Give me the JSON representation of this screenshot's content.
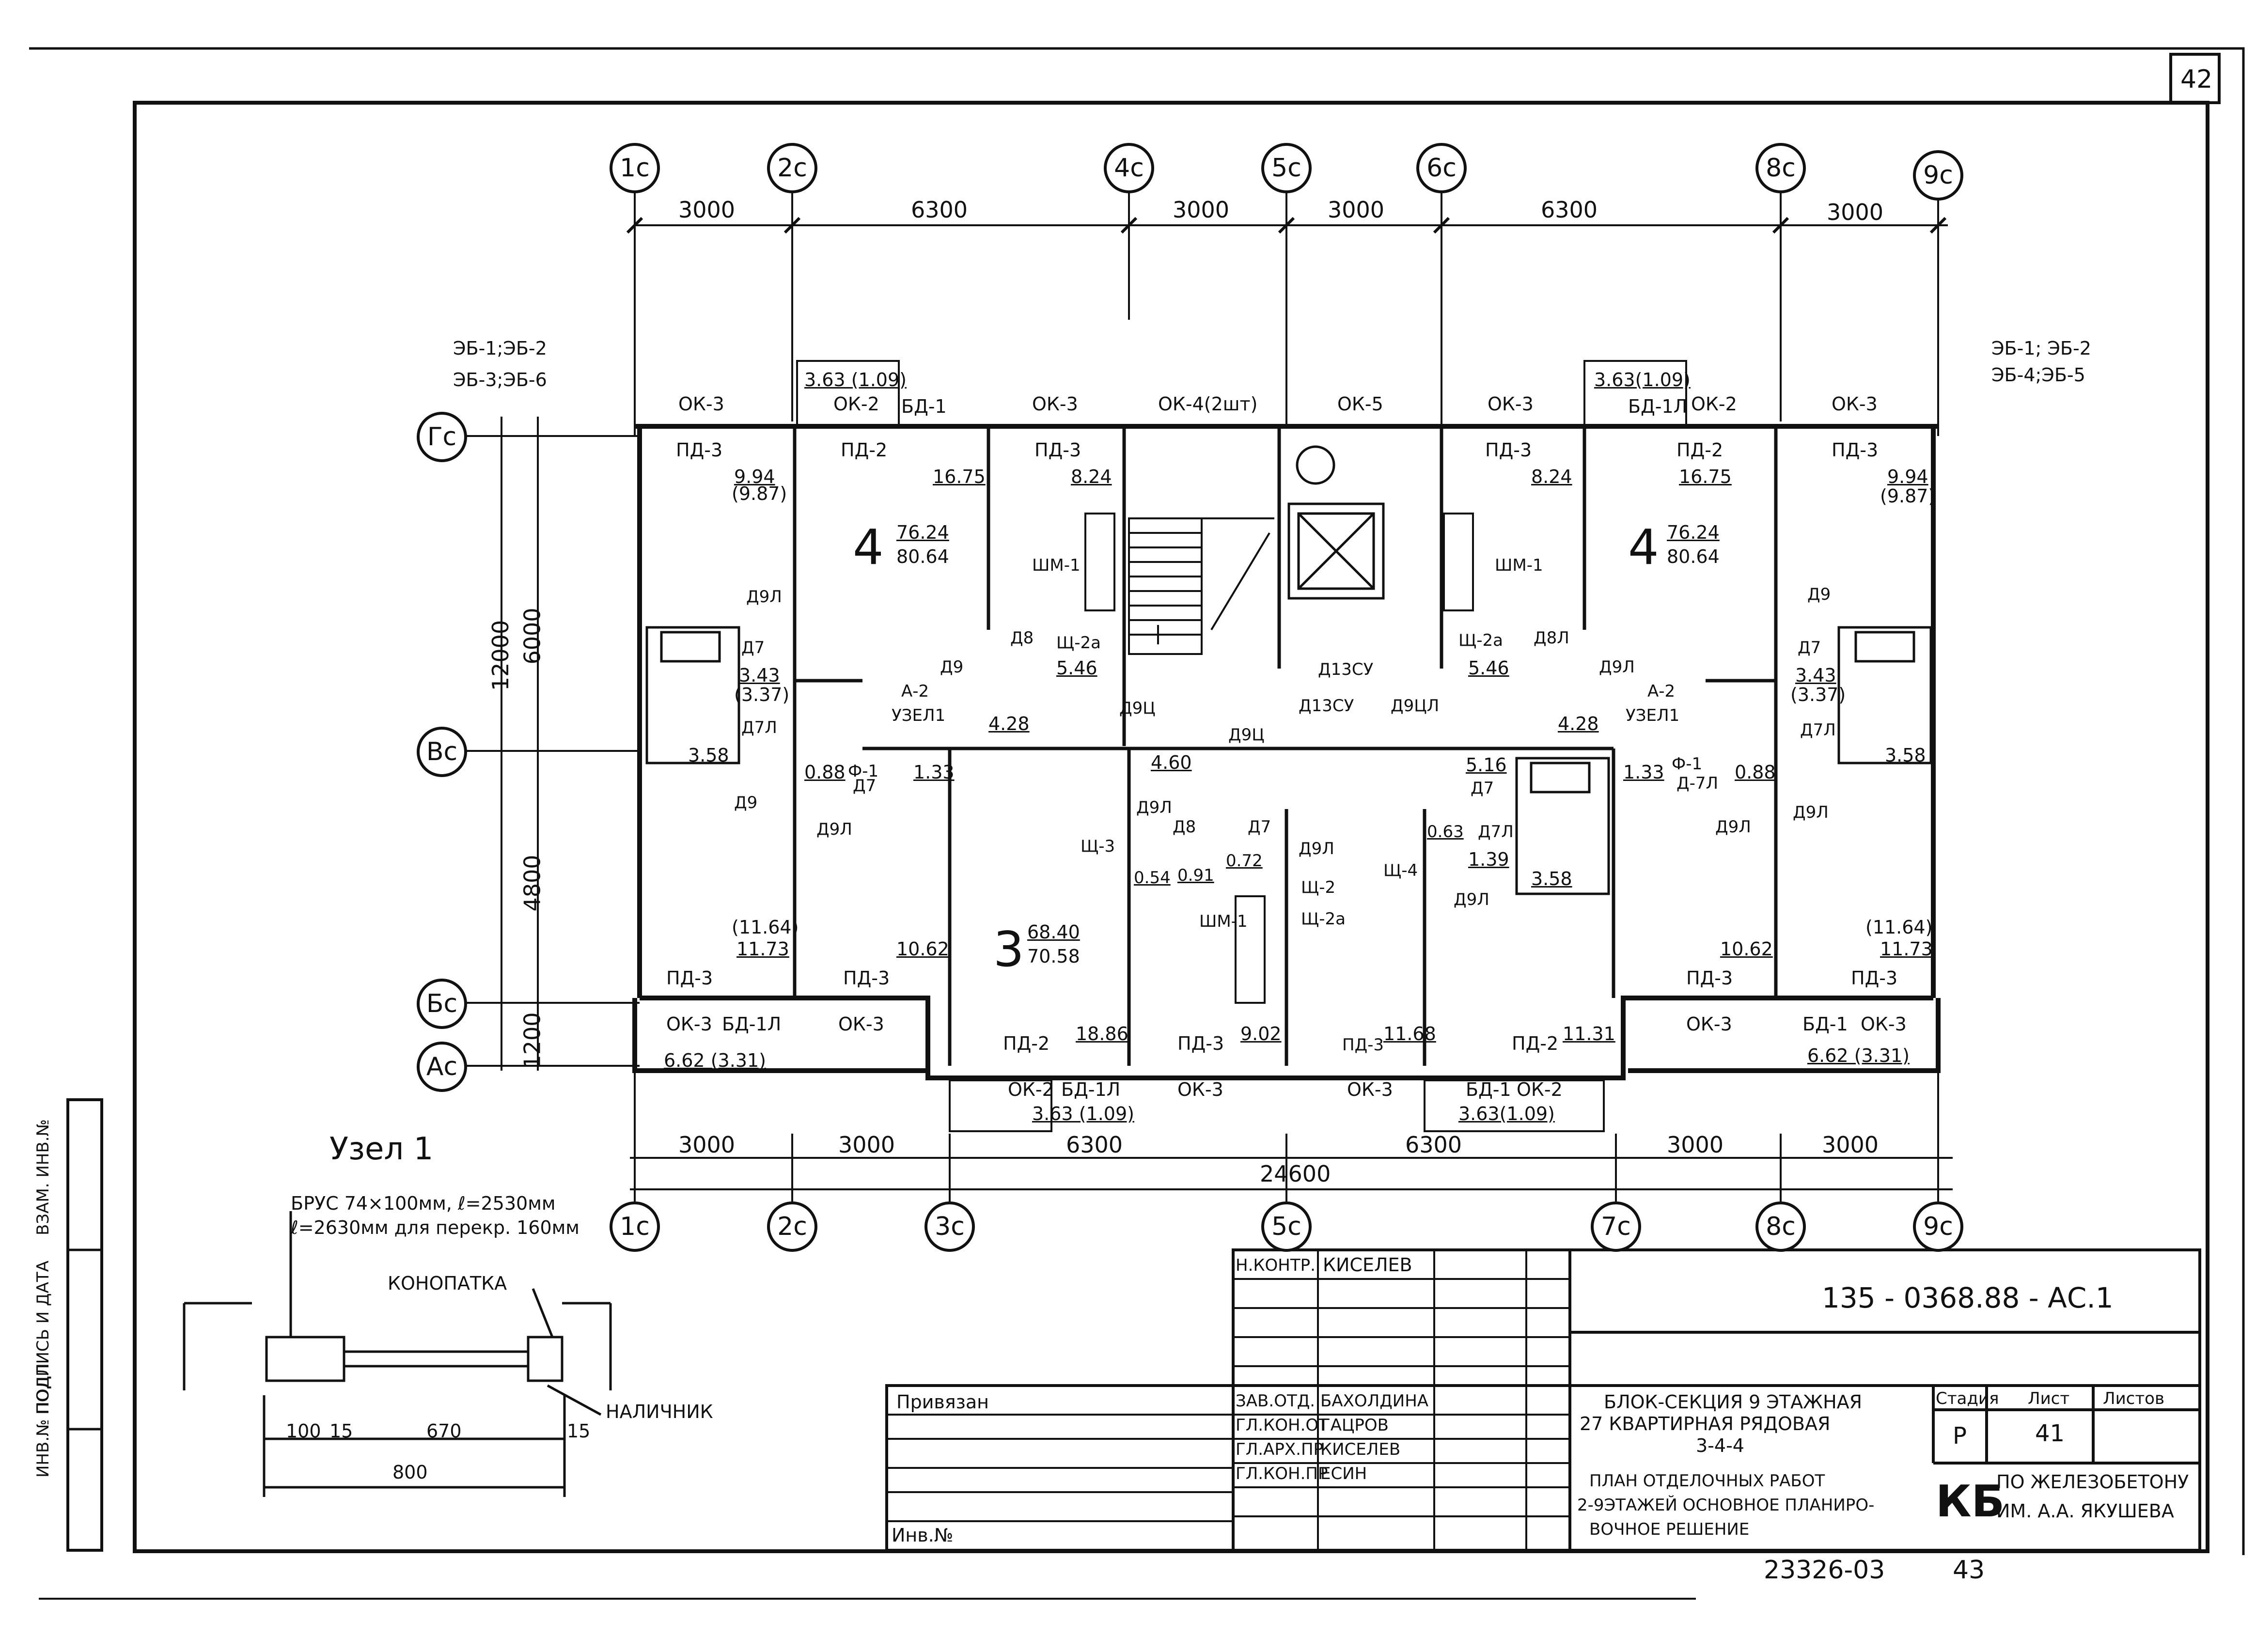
{
  "sheet_number_top": "42",
  "axes_top": [
    "1с",
    "2с",
    "4с",
    "5с",
    "6с",
    "8с",
    "9с"
  ],
  "axes_bottom": [
    "1с",
    "2с",
    "3с",
    "5с",
    "7с",
    "8с",
    "9с"
  ],
  "axes_left": [
    "Гс",
    "Вс",
    "Бс",
    "Ас"
  ],
  "dims_top": [
    "3000",
    "6300",
    "3000",
    "3000",
    "6300",
    "3000"
  ],
  "dims_bottom": [
    "3000",
    "3000",
    "6300",
    "6300",
    "3000",
    "3000"
  ],
  "dim_total": "24600",
  "dims_left_outer": "12000",
  "dims_left_inner": [
    "6000",
    "4800",
    "1200"
  ],
  "wall_marks": {
    "left": [
      "ЭБ-1;ЭБ-2",
      "ЭБ-3;ЭБ-6"
    ],
    "right": [
      "ЭБ-1; ЭБ-2",
      "ЭБ-4;ЭБ-5"
    ]
  },
  "openings_top": [
    "ОК-3",
    "ОК-2",
    "БД-1",
    "ОК-3",
    "ОК-4(2шт)",
    "ОК-5",
    "ОК-3",
    "БД-1Л",
    "ОК-2",
    "ОК-3"
  ],
  "sills_top": [
    "ПД-3",
    "ПД-2",
    "ПД-3",
    "ПД-3",
    "ПД-2",
    "ПД-3"
  ],
  "balcony_top": [
    "3.63 (1.09)",
    "3.63(1.09)"
  ],
  "areas": {
    "a1": "9.94",
    "a1b": "(9.87)",
    "a2": "16.75",
    "a3": "8.24",
    "a4": "8.24",
    "a5": "16.75",
    "a6": "9.94",
    "a6b": "(9.87)",
    "apt4_l_top": "76.24",
    "apt4_l_bot": "80.64",
    "apt4_r_top": "76.24",
    "apt4_r_bot": "80.64",
    "apt_num_4": "4",
    "apt_num_3": "3",
    "apt3_top": "68.40",
    "apt3_bot": "70.58",
    "k1": "5.46",
    "k2": "5.46",
    "c1": "3.43",
    "c1b": "(3.37)",
    "c2": "3.43",
    "c2b": "(3.37)",
    "b1": "3.58",
    "b2": "3.58",
    "b3": "3.58",
    "h1": "4.28",
    "h2": "4.28",
    "h3": "4.60",
    "s1": "0.88",
    "s2": "1.33",
    "s3": "1.33",
    "s4": "0.88",
    "s5": "5.16",
    "s6": "0.63",
    "s7": "1.39",
    "s8": "0.54",
    "s9": "0.91",
    "s10": "0.72",
    "r1": "(11.64)",
    "r1b": "11.73",
    "r2": "10.62",
    "r3": "10.62",
    "r4": "(11.64)",
    "r4b": "11.73",
    "r5": "18.86",
    "r6": "9.02",
    "r7": "11.68",
    "r8": "11.31",
    "lg1": "6.62 (3.31)",
    "lg2": "6.62 (3.31)",
    "lg3": "3.63 (1.09)",
    "lg4": "3.63(1.09)"
  },
  "doors": [
    "Д9Л",
    "Д7",
    "Д7Л",
    "Д9",
    "Д9Л",
    "А-2",
    "УЗЕЛ1",
    "Д8",
    "Щ-2а",
    "Д9",
    "Д9Ц",
    "Д13СУ",
    "Д13СУ",
    "Д9ЦЛ",
    "Д9Ц",
    "Щ-2а",
    "Д8Л",
    "Д9Л",
    "А-2",
    "УЗЕЛ1",
    "Д9",
    "Д7",
    "Д7Л",
    "Ф-1",
    "Д7",
    "Д9Л",
    "Д8",
    "Д7",
    "Д9Л",
    "Щ-3",
    "Щ-2",
    "Щ-2а",
    "ШМ-1",
    "Щ-4",
    "Д7Л",
    "Д9Л",
    "Д7",
    "Ф-1",
    "Д-7Л",
    "Д9Л",
    "Д9Л",
    "ШМ-1",
    "ШМ-1"
  ],
  "openings_bottom": [
    "ПД-3",
    "ОК-3",
    "БД-1Л",
    "ПД-3",
    "ОК-3",
    "ПД-2",
    "ОК-2",
    "БД-1Л",
    "ПД-3",
    "ОК-3",
    "ПД-3",
    "ОК-3",
    "ПД-2",
    "БД-1",
    "ОК-2",
    "ПД-3",
    "ОК-3",
    "ПД-3",
    "БД-1",
    "ОК-3"
  ],
  "node": {
    "title": "Узел 1",
    "note1": "БРУС 74×100мм, ℓ=2530мм",
    "note2": "ℓ=2630мм для перекр. 160мм",
    "konopatka": "КОНОПАТКА",
    "nalichnik": "НАЛИЧНИК",
    "dims": [
      "100",
      "15",
      "670",
      "15"
    ],
    "total": "800"
  },
  "stamp": {
    "code": "135 - 0368.88 - АС.1",
    "privyazan": "Привязан",
    "inv": "Инв.№",
    "roles": [
      "Н.КОНТР.",
      "ЗАВ.ОТД.",
      "ГЛ.КОН.ОТ",
      "ГЛ.АРХ.ПР",
      "ГЛ.КОН.ПР"
    ],
    "names": [
      "КИСЕЛЕВ",
      "БАХОЛДИНА",
      "ГАЦРОВ",
      "КИСЕЛЕВ",
      "ЕСИН"
    ],
    "title1": "БЛОК-СЕКЦИЯ 9 ЭТАЖНАЯ",
    "title2": "27 КВАРТИРНАЯ РЯДОВАЯ",
    "title3": "3-4-4",
    "sub1": "ПЛАН ОТДЕЛОЧНЫХ РАБОТ",
    "sub2": "2-9ЭТАЖЕЙ ОСНОВНОЕ ПЛАНИРО-",
    "sub3": "ВОЧНОЕ РЕШЕНИЕ",
    "stage_h": "Стадия",
    "sheet_h": "Лист",
    "sheets_h": "Листов",
    "stage": "Р",
    "sheet": "41",
    "org_logo": "КБ",
    "org1": "ПО ЖЕЛЕЗОБЕТОНУ",
    "org2": "ИМ. А.А. ЯКУШЕВА"
  },
  "side_strip": [
    "ИНВ.№ ПОДЛ.",
    "ПОДПИСЬ И ДАТА",
    "ВЗАМ. ИНВ.№"
  ],
  "bottom_note": "23326-03",
  "bottom_num": "43"
}
